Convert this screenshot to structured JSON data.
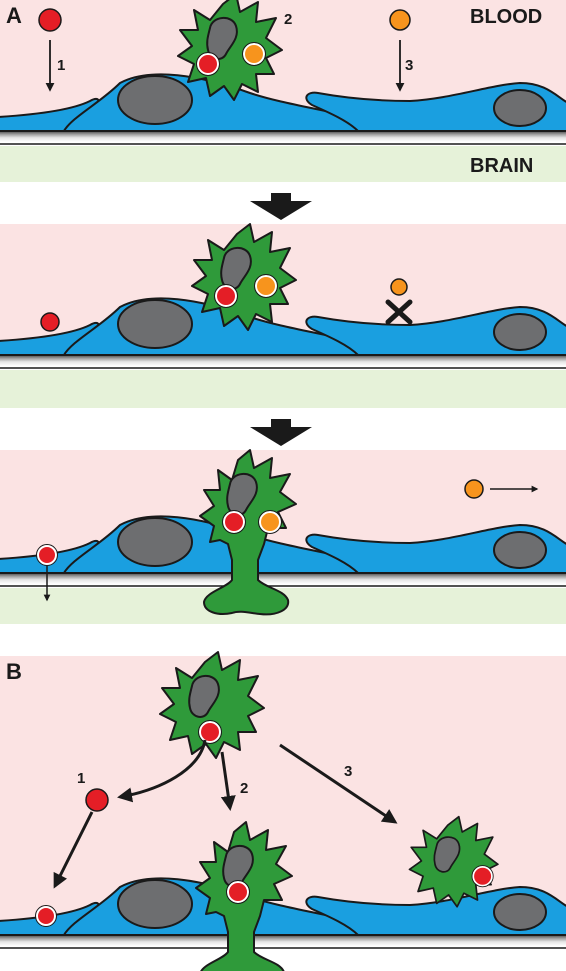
{
  "labels": {
    "panel_a": "A",
    "panel_b": "B",
    "blood": "BLOOD",
    "brain": "BRAIN",
    "a_step1": "1",
    "a_step2": "2",
    "a_step3": "3",
    "b_step1": "1",
    "b_step2": "2",
    "b_step3": "3"
  },
  "colors": {
    "blood_bg": "#fbe3e3",
    "brain_bg": "#e6f2d9",
    "endothelial": "#1a9fe0",
    "nucleus": "#6d6e70",
    "leukocyte": "#2f9a3a",
    "particle_red": "#e41e26",
    "particle_orange": "#f7941d",
    "outline": "#1a1a1a"
  },
  "icons": {
    "blocked": "x-mark-icon",
    "transition": "down-arrow-icon"
  }
}
